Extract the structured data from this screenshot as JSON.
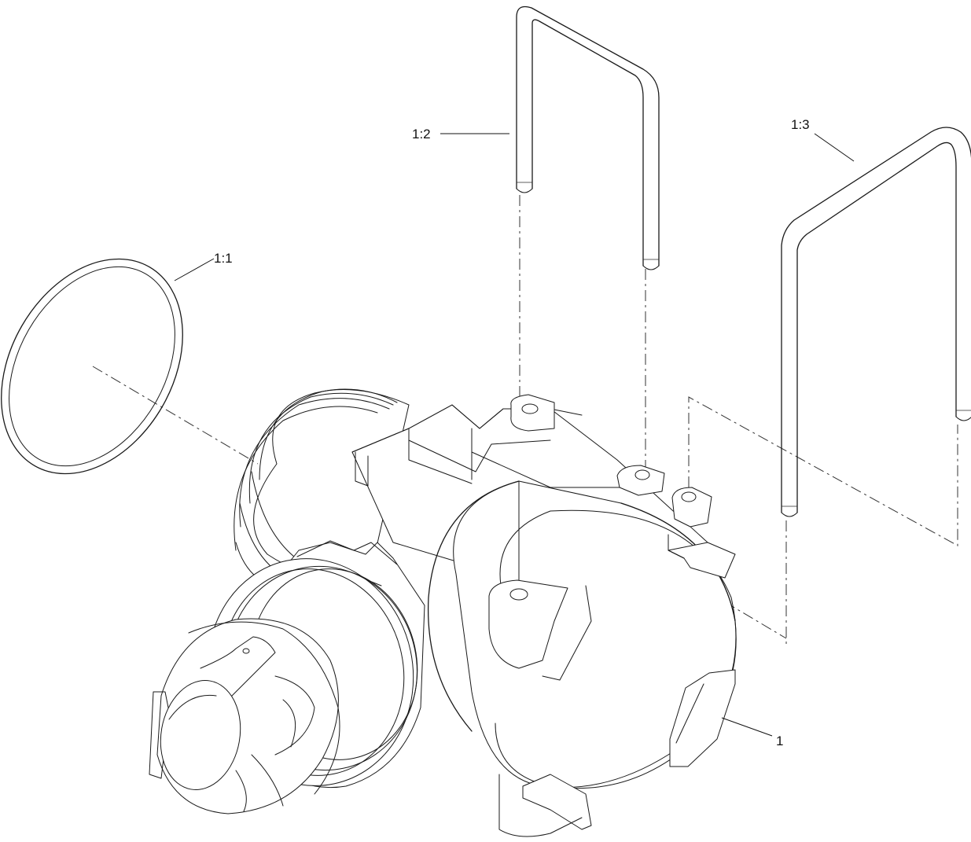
{
  "figure": {
    "callouts": [
      {
        "id": "main-body",
        "label": "1"
      },
      {
        "id": "o-ring",
        "label": "1:1"
      },
      {
        "id": "retaining-clip-left",
        "label": "1:2"
      },
      {
        "id": "retaining-clip-right",
        "label": "1:3"
      }
    ]
  }
}
